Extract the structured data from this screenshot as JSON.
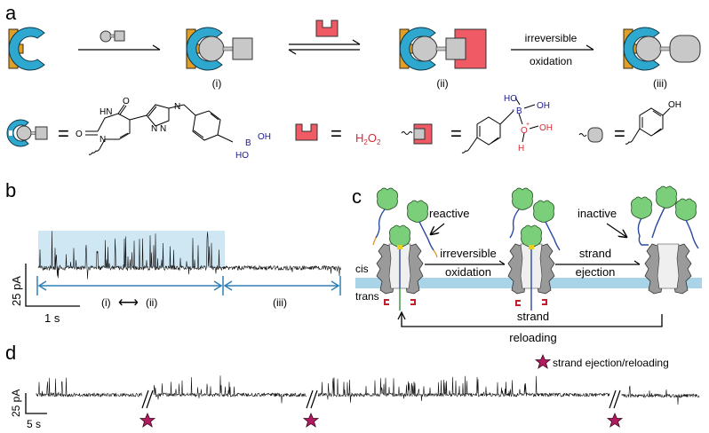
{
  "figure": {
    "panels": {
      "a": {
        "label": "a",
        "species": [
          "(i)",
          "(ii)",
          "(iii)"
        ],
        "arrow_label_top": "irreversible",
        "arrow_label_bottom": "oxidation",
        "legend": {
          "equals": "=",
          "h2o2": "H2O2",
          "h2o2_parts": [
            "H",
            "2",
            "O",
            "2"
          ],
          "chem_atoms": {
            "hn": "HN",
            "o": "O",
            "n": "N",
            "b": "B",
            "oh": "OH",
            "ho": "HO",
            "h": "H",
            "minus": "-",
            "plus": "+"
          }
        }
      },
      "b": {
        "label": "b",
        "scale_y": "25 pA",
        "scale_x": "1 s",
        "region_left": "(i)",
        "region_arrow": "⟷",
        "region_mid": "(ii)",
        "region_right": "(iii)"
      },
      "c": {
        "label": "c",
        "reactive": "reactive",
        "inactive": "inactive",
        "cis": "cis",
        "trans": "trans",
        "step1_top": "irreversible",
        "step1_bottom": "oxidation",
        "step2_top": "strand",
        "step2_bottom": "ejection",
        "step3_top": "strand",
        "step3_bottom": "reloading"
      },
      "d": {
        "label": "d",
        "scale_y": "25 pA",
        "scale_x": "5 s",
        "legend": "strand ejection/reloading"
      }
    },
    "colors": {
      "anchor": "#e0a028",
      "host": "#2ea8cf",
      "guest": "#c8c8c8",
      "oxidant": "#ef5a64",
      "highlight": "#cfe6f3",
      "membrane": "#a9d3e6",
      "arrow_blue": "#2f7fb6",
      "star": "#b01a5e",
      "protein": "#7ccf7a",
      "pore": "#9a9a9a"
    }
  }
}
